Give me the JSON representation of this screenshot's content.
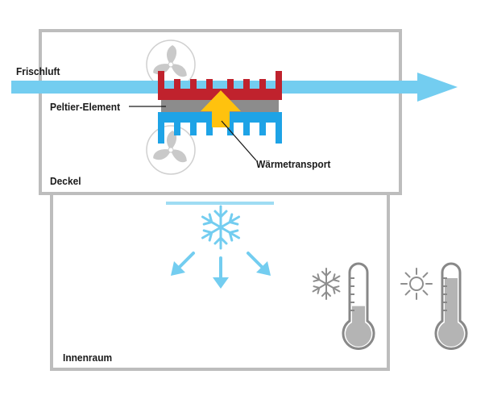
{
  "labels": {
    "fresh_air": "Frischluft",
    "peltier": "Peltier-Element",
    "heat_transport": "Wärmetransport",
    "lid": "Deckel",
    "interior": "Innenraum"
  },
  "thermometers": {
    "cold_fill_level": 0.27,
    "warm_fill_level": 0.78
  },
  "colors": {
    "air_flow": "#73cdf0",
    "hot_side": "#c0222d",
    "cold_side": "#1ea3e6",
    "heat_arrow": "#ffc20e",
    "peltier_plate": "#8c8c8c",
    "frame": "#bdbdbd",
    "cold_glow": "#9fdcf3",
    "icon_gray": "#8e8e8e",
    "thermo_outline": "#888888",
    "thermo_fill": "#b4b4b4"
  },
  "icons": [
    "fan-icon",
    "snowflake-icon",
    "sun-icon",
    "thermometer-icon",
    "cold-arrow-icon"
  ]
}
